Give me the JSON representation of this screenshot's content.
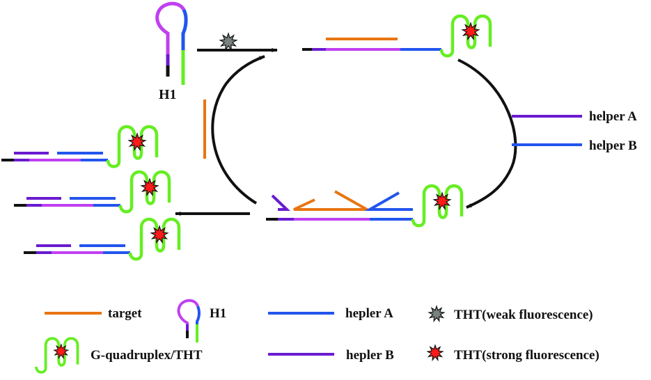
{
  "title": "Target-triggered cyclic G-quadruplex/THT fluorescence amplification scheme",
  "colors": {
    "target": "#E87511",
    "purple_loop": "#C040F0",
    "helper_purple": "#6A1BD0",
    "helper_blue": "#2255EE",
    "gquad_green": "#66EE22",
    "black": "#111111",
    "tht_weak": "#7A8280",
    "tht_strong": "#FF1A1A"
  },
  "diagram": {
    "h1_label": "H1",
    "helper_a_label": "helper A",
    "helper_b_label": "helper B"
  },
  "legend": {
    "target": "target",
    "h1": "H1",
    "helper_a": "hepler A",
    "helper_b": "hepler B",
    "gquad": "G-quadruplex/THT",
    "tht_weak": "THT(weak fluorescence)",
    "tht_strong": "THT(strong fluorescence)"
  },
  "icons": {
    "tht_weak": "starburst-gray",
    "tht_strong": "starburst-red",
    "gquad": "g-quadruplex-loop",
    "hairpin": "hairpin-probe"
  }
}
